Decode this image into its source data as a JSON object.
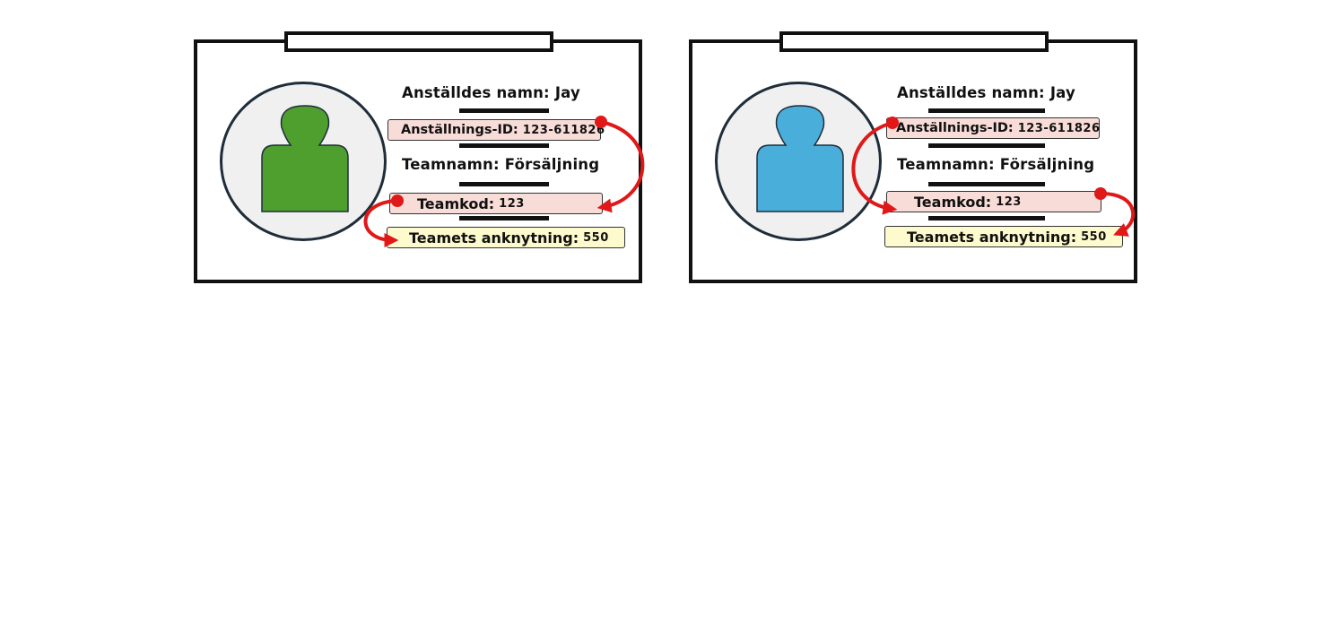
{
  "colors": {
    "left_avatar": "#4e9f2e",
    "right_avatar": "#4aaedb",
    "id_box": "#f8dcd8",
    "affiliation_box": "#fdfacd",
    "arrow": "#e01818"
  },
  "cards": [
    {
      "name_label": "Anställdes namn:",
      "name_value": "Jay",
      "id_label": "Anställnings-ID:",
      "id_value": "123-611826",
      "team_label": "Teamnamn:",
      "team_value": "Försäljning",
      "code_label": "Teamkod:",
      "code_value": "123",
      "affiliation_label": "Teamets anknytning:",
      "affiliation_value": "550"
    },
    {
      "name_label": "Anställdes namn:",
      "name_value": "Jay",
      "id_label": "Anställnings-ID:",
      "id_value": "123-611826",
      "team_label": "Teamnamn:",
      "team_value": "Försäljning",
      "code_label": "Teamkod:",
      "code_value": "123",
      "affiliation_label": "Teamets anknytning:",
      "affiliation_value": "550"
    }
  ]
}
